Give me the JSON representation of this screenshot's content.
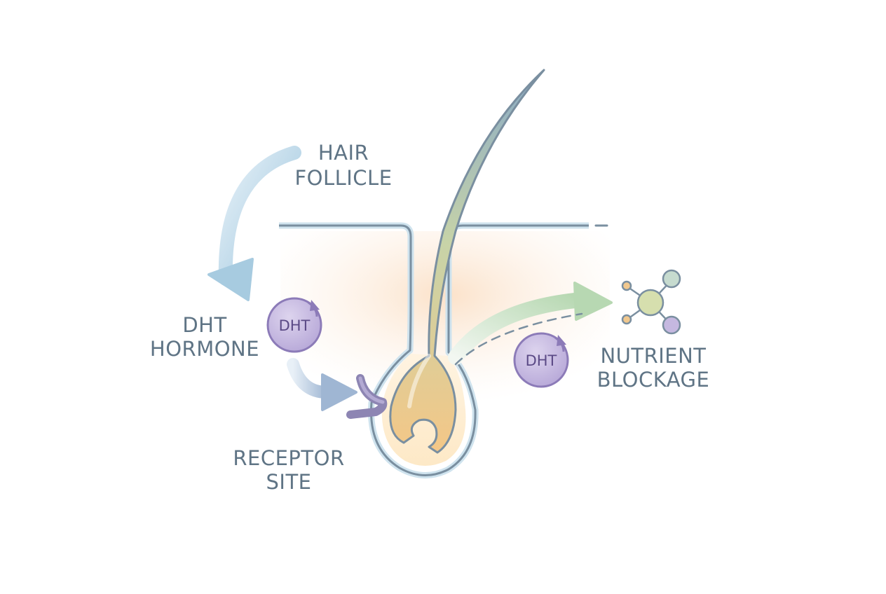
{
  "labels": {
    "hair_follicle": [
      "HAIR",
      "FOLLICLE"
    ],
    "dht_hormone": [
      "DHT",
      "HORMONE"
    ],
    "receptor_site": [
      "RECEPTOR",
      "SITE"
    ],
    "nutrient_blockage": [
      "NUTRIENT",
      "BLOCKAGE"
    ]
  },
  "badges": {
    "dht_left": "DHT",
    "dht_right": "DHT"
  },
  "colors": {
    "outline": "#7a8fa0",
    "label_text": "#5f7485",
    "dht_fill": "#c9bde3",
    "dht_stroke": "#8c7bb8",
    "receptor": "#8d85b3",
    "skin_glow": "#fbe4cf",
    "hair_top": "#8fb0c8",
    "hair_bottom": "#f2c98a",
    "arrow_blue": "#a9cde2",
    "arrow_green": "#b9d9b4"
  },
  "icons": [
    "molecule-icon",
    "curved-arrow-icon",
    "receptor-icon"
  ]
}
